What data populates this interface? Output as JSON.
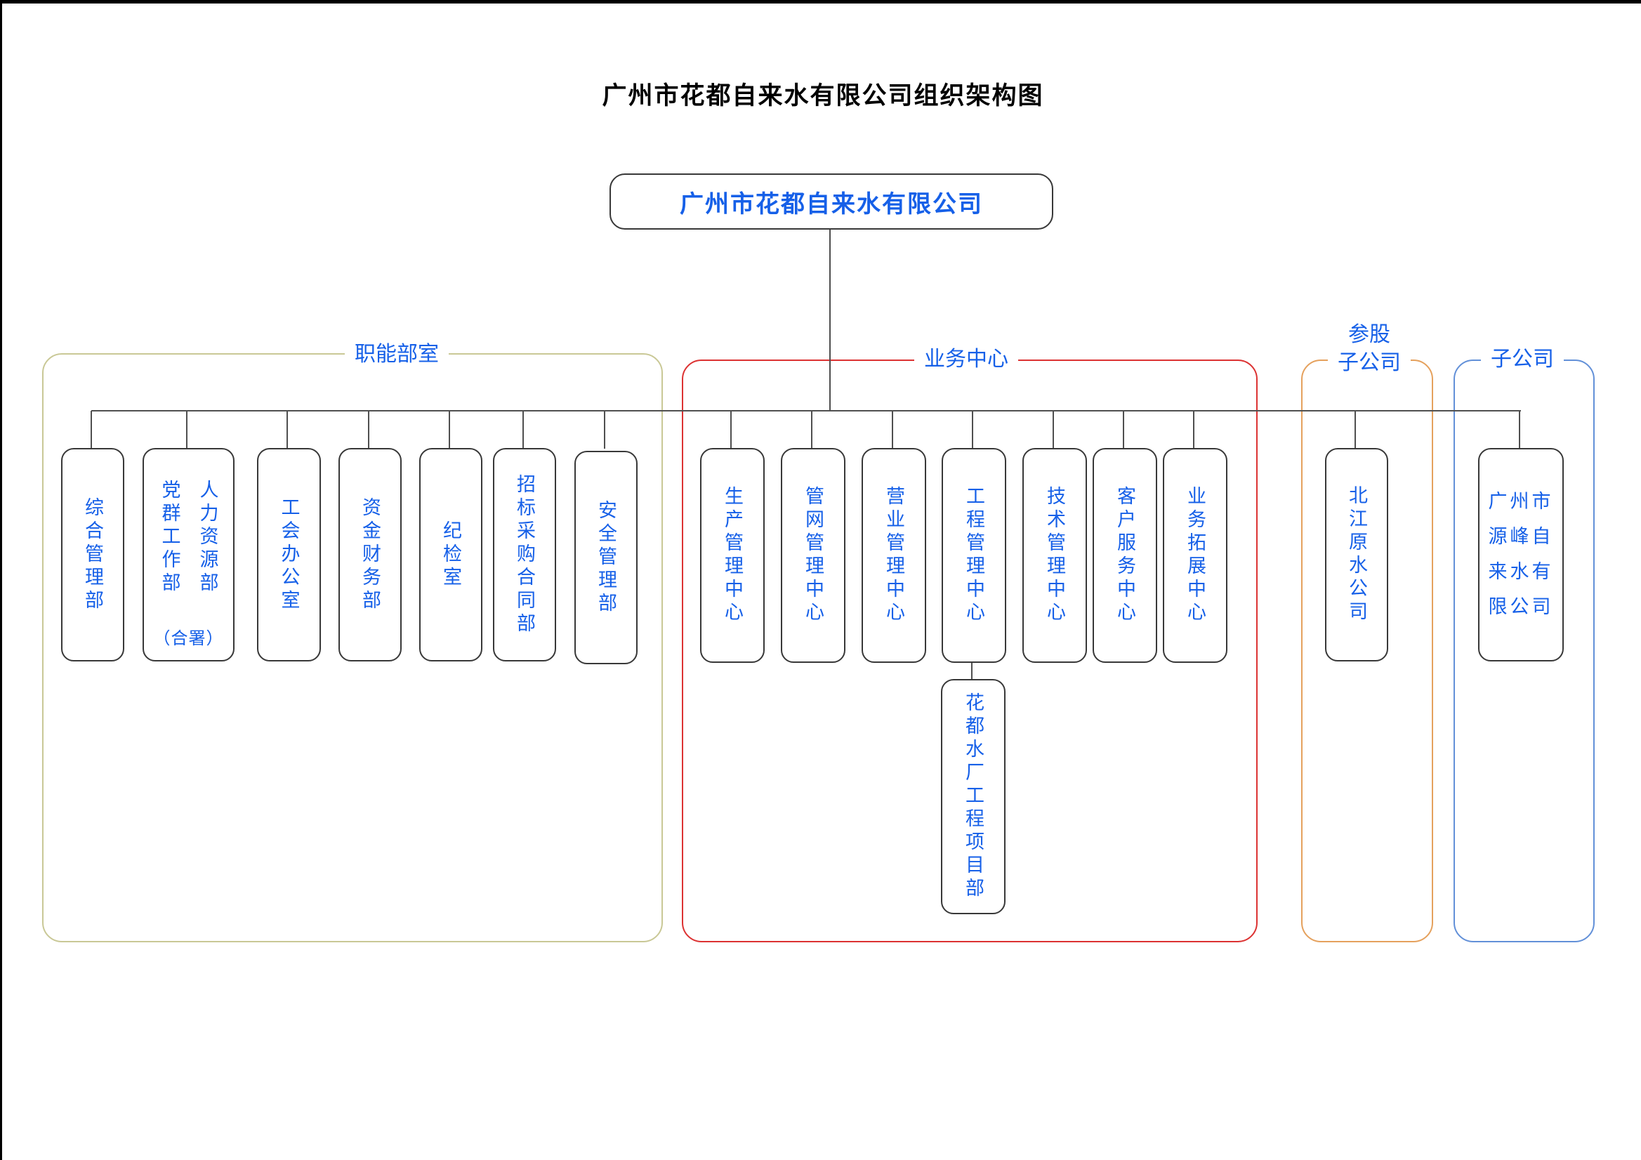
{
  "page": {
    "title": "广州市花都自来水有限公司组织架构图"
  },
  "root": {
    "label": "广州市花都自来水有限公司"
  },
  "colors": {
    "text_blue": "#1660E8",
    "title_black": "#000000",
    "functional_group_border": "#C9C896",
    "business_group_border": "#DC3232",
    "invested_group_border": "#E5A15D",
    "subsidiary_group_border": "#6290D8",
    "connector_gray": "#4F4F4F",
    "box_border": "#383838"
  },
  "groups": {
    "functional": {
      "label": "职能部室",
      "departments": [
        {
          "label": "综合管理部"
        },
        {
          "label": "人力资源部\n党群工作部",
          "note": "（合署）"
        },
        {
          "label": "工会办公室"
        },
        {
          "label": "资金财务部"
        },
        {
          "label": "纪检室"
        },
        {
          "label": "招标采购合同部"
        },
        {
          "label": "安全管理部"
        }
      ]
    },
    "business": {
      "label": "业务中心",
      "departments": [
        {
          "label": "生产管理中心"
        },
        {
          "label": "管网管理中心"
        },
        {
          "label": "营业管理中心"
        },
        {
          "label": "工程管理中心",
          "child": {
            "label": "花都水厂工程项目部"
          }
        },
        {
          "label": "技术管理中心"
        },
        {
          "label": "客户服务中心"
        },
        {
          "label": "业务拓展中心"
        }
      ]
    },
    "invested": {
      "label": "参股\n子公司",
      "departments": [
        {
          "label": "北江原水公司"
        }
      ]
    },
    "subsidiary": {
      "label": "子公司",
      "departments": [
        {
          "label": "广州市源峰自来水有限公司",
          "display": "广州市\n源峰自\n来水有\n限公司"
        }
      ]
    }
  }
}
